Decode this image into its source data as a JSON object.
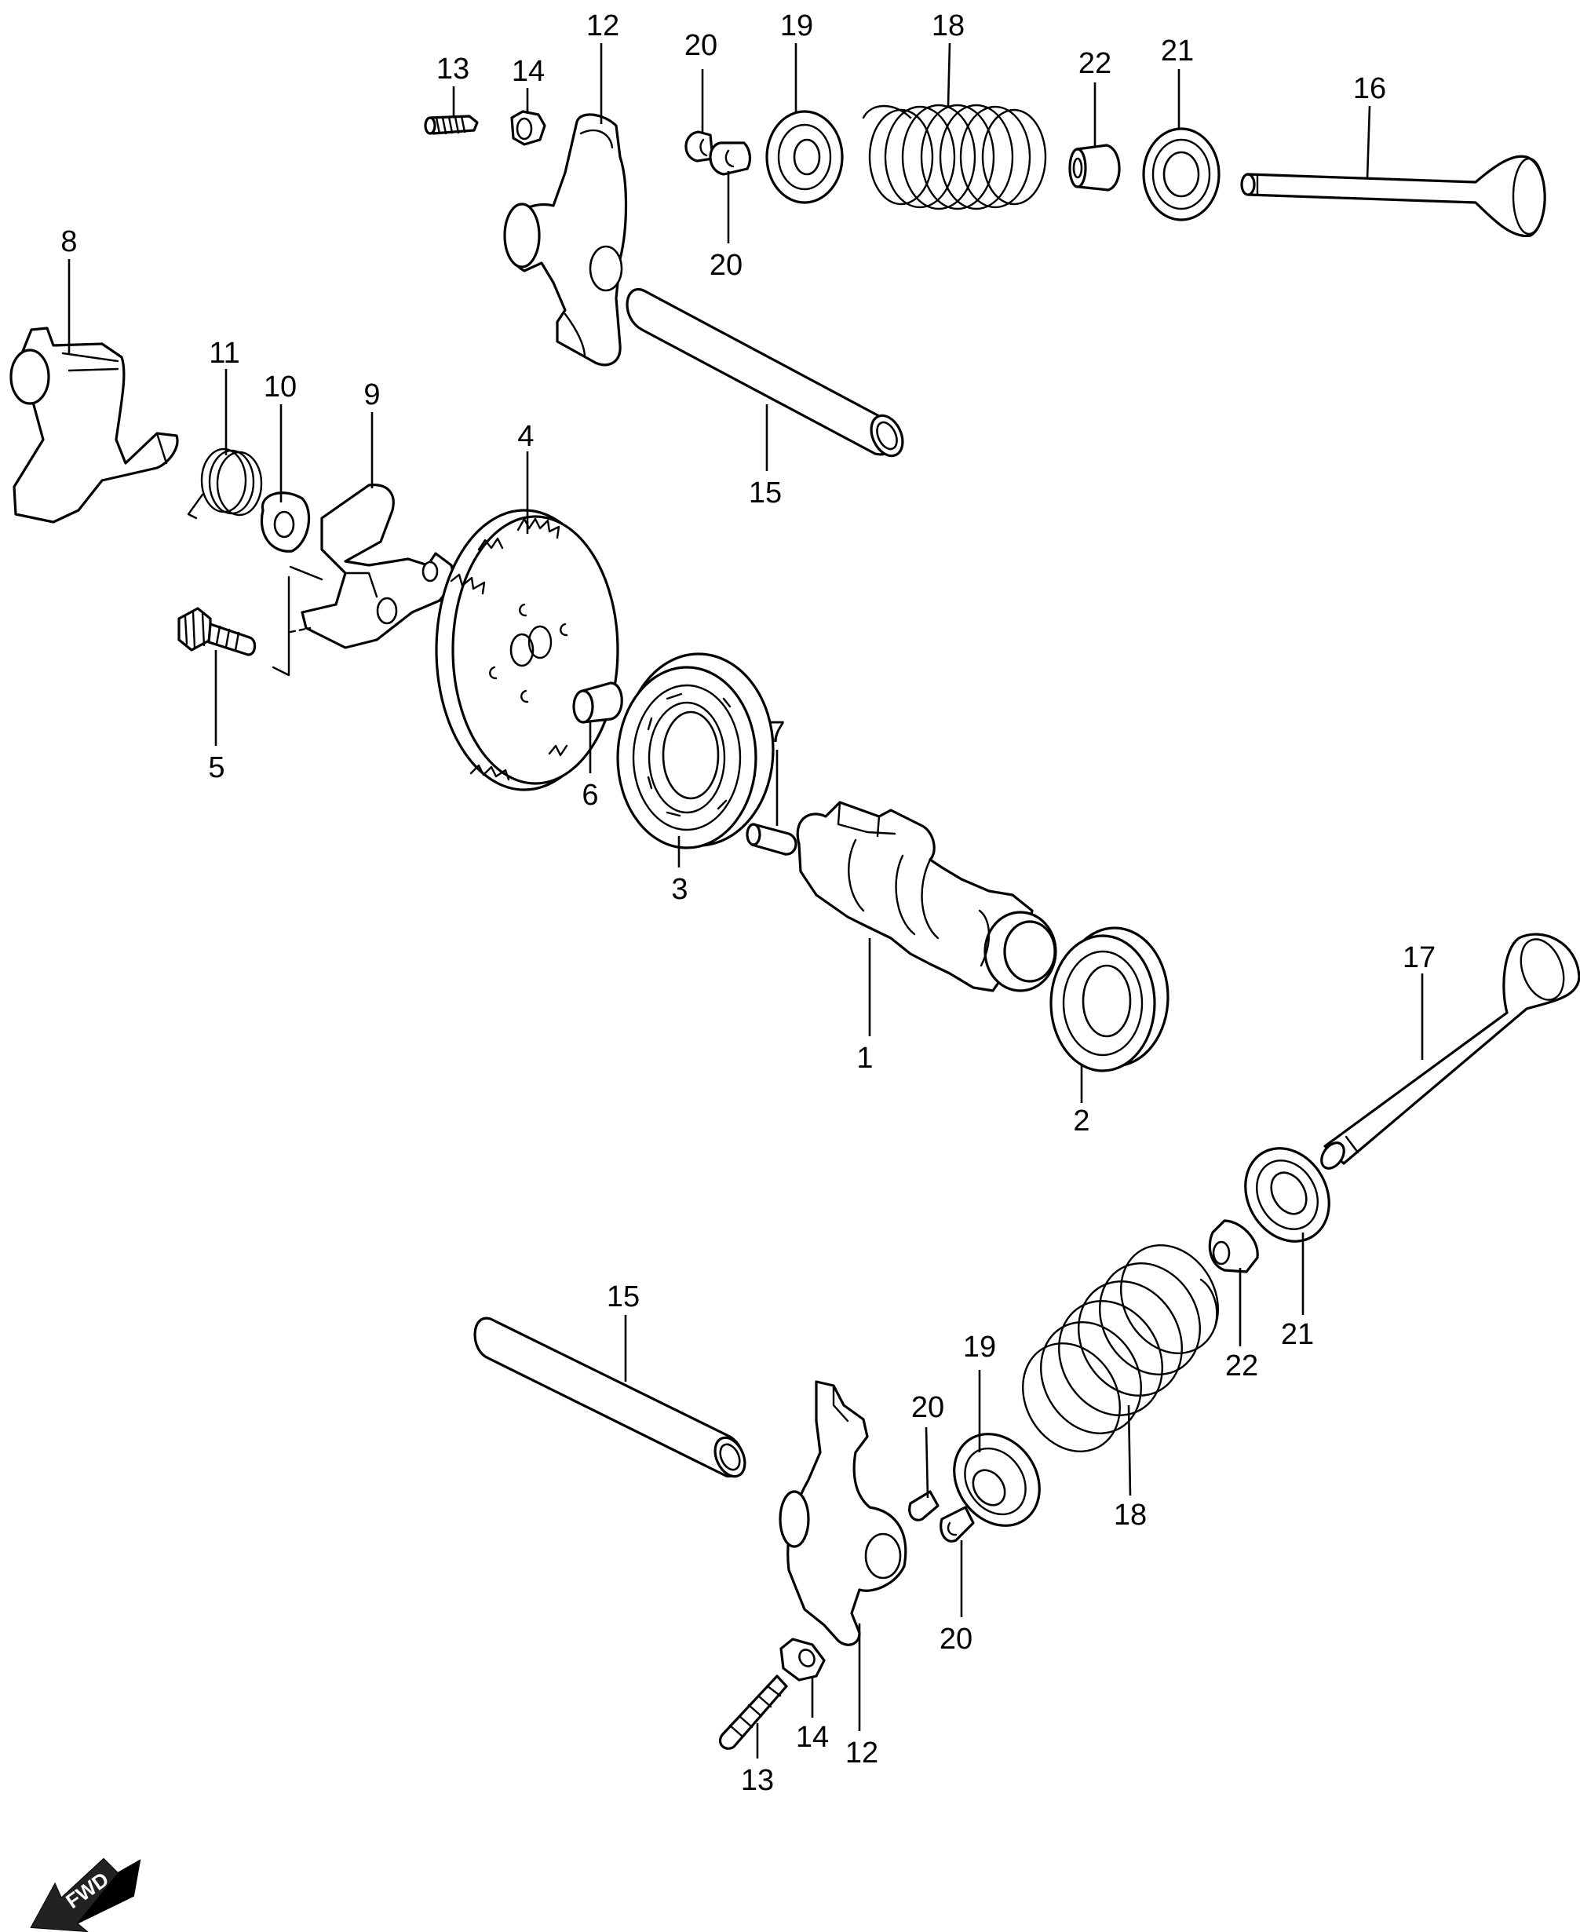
{
  "labels": {
    "p1": "1",
    "p2": "2",
    "p3": "3",
    "p4": "4",
    "p5": "5",
    "p6": "6",
    "p7": "7",
    "p8": "8",
    "p9": "9",
    "p10": "10",
    "p11": "11",
    "p12_top": "12",
    "p12_bottom": "12",
    "p13_top": "13",
    "p13_bottom": "13",
    "p14_top": "14",
    "p14_bottom": "14",
    "p15_top": "15",
    "p15_bottom": "15",
    "p16": "16",
    "p17": "17",
    "p18_top": "18",
    "p18_bottom": "18",
    "p19_top": "19",
    "p19_bottom": "19",
    "p20_top_a": "20",
    "p20_top_b": "20",
    "p20_bottom_a": "20",
    "p20_bottom_b": "20",
    "p21_top": "21",
    "p21_bottom": "21",
    "p22_top": "22",
    "p22_bottom": "22"
  },
  "fwd_badge": {
    "text": "FWD"
  }
}
